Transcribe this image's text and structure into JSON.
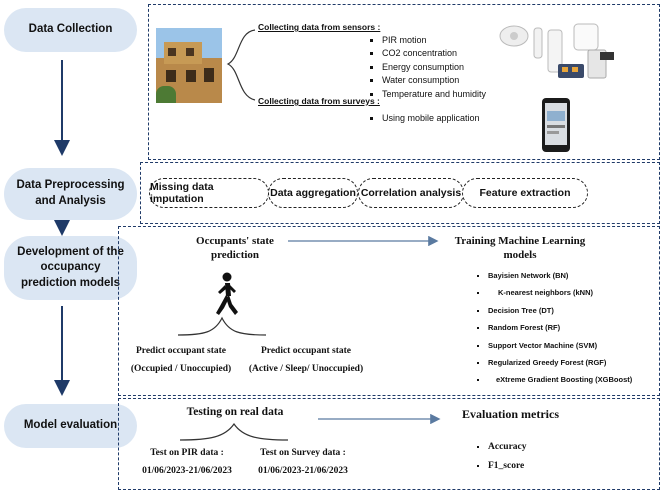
{
  "stages": {
    "data_collection": "Data Collection",
    "preprocessing": "Data Preprocessing and Analysis",
    "development": "Development of the occupancy prediction models",
    "evaluation": "Model evaluation"
  },
  "collection": {
    "sensors_title": "Collecting data from sensors :",
    "sensor_items": [
      "PIR motion",
      "CO2 concentration",
      "Energy consumption",
      "Water consumption",
      "Temperature and humidity"
    ],
    "surveys_title": "Collecting data from surveys :",
    "survey_items": [
      "Using mobile application"
    ]
  },
  "preprocessing": {
    "steps": [
      "Missing data imputation",
      "Data aggregation",
      "Correlation analysis",
      "Feature extraction"
    ]
  },
  "development": {
    "prediction_title": "Occupants' state prediction",
    "left_title": "Predict occupant state",
    "left_states": "(Occupied / Unoccupied)",
    "right_title": "Predict occupant state",
    "right_states": "(Active / Sleep/ Unoccupied)",
    "training_title": "Training Machine Learning models",
    "models": [
      "Bayisien Network (BN)",
      "K-nearest neighbors (kNN)",
      "Decision Tree (DT)",
      "Random Forest (RF)",
      "Support Vector Machine (SVM)",
      "Regularized Greedy Forest (RGF)",
      "eXtreme Gradient Boosting (XGBoost)"
    ]
  },
  "evaluation": {
    "testing_title": "Testing on real data",
    "pir_label": "Test on PIR data :",
    "pir_dates": "01/06/2023-21/06/2023",
    "survey_label": "Test on Survey data :",
    "survey_dates": "01/06/2023-21/06/2023",
    "metrics_title": "Evaluation metrics",
    "metrics": [
      "Accuracy",
      "F1_score"
    ]
  },
  "colors": {
    "pill": "#dbe6f3",
    "arrow": "#1f3a68",
    "border": "#1f3a68"
  },
  "icons": [
    "building-photo",
    "sensor-devices-icon",
    "smartphone-icon",
    "walking-person-icon"
  ]
}
